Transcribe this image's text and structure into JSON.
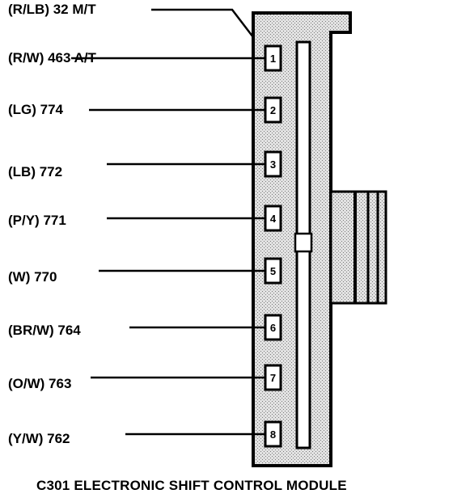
{
  "pins": [
    {
      "number": "1",
      "wire": "(R/W) 463 A/T"
    },
    {
      "number": "2",
      "wire": "(LG) 774"
    },
    {
      "number": "3",
      "wire": "(LB) 772"
    },
    {
      "number": "4",
      "wire": "(P/Y) 771"
    },
    {
      "number": "5",
      "wire": "(W) 770"
    },
    {
      "number": "6",
      "wire": "(BR/W) 764"
    },
    {
      "number": "7",
      "wire": "(O/W) 763"
    },
    {
      "number": "8",
      "wire": "(Y/W) 762"
    }
  ],
  "extra_wire": "(R/LB) 32 M/T",
  "caption": "C301 ELECTRONIC SHIFT CONTROL MODULE",
  "colors": {
    "line": "#000000",
    "body_fill": "#d9d9d9",
    "background": "#ffffff"
  }
}
